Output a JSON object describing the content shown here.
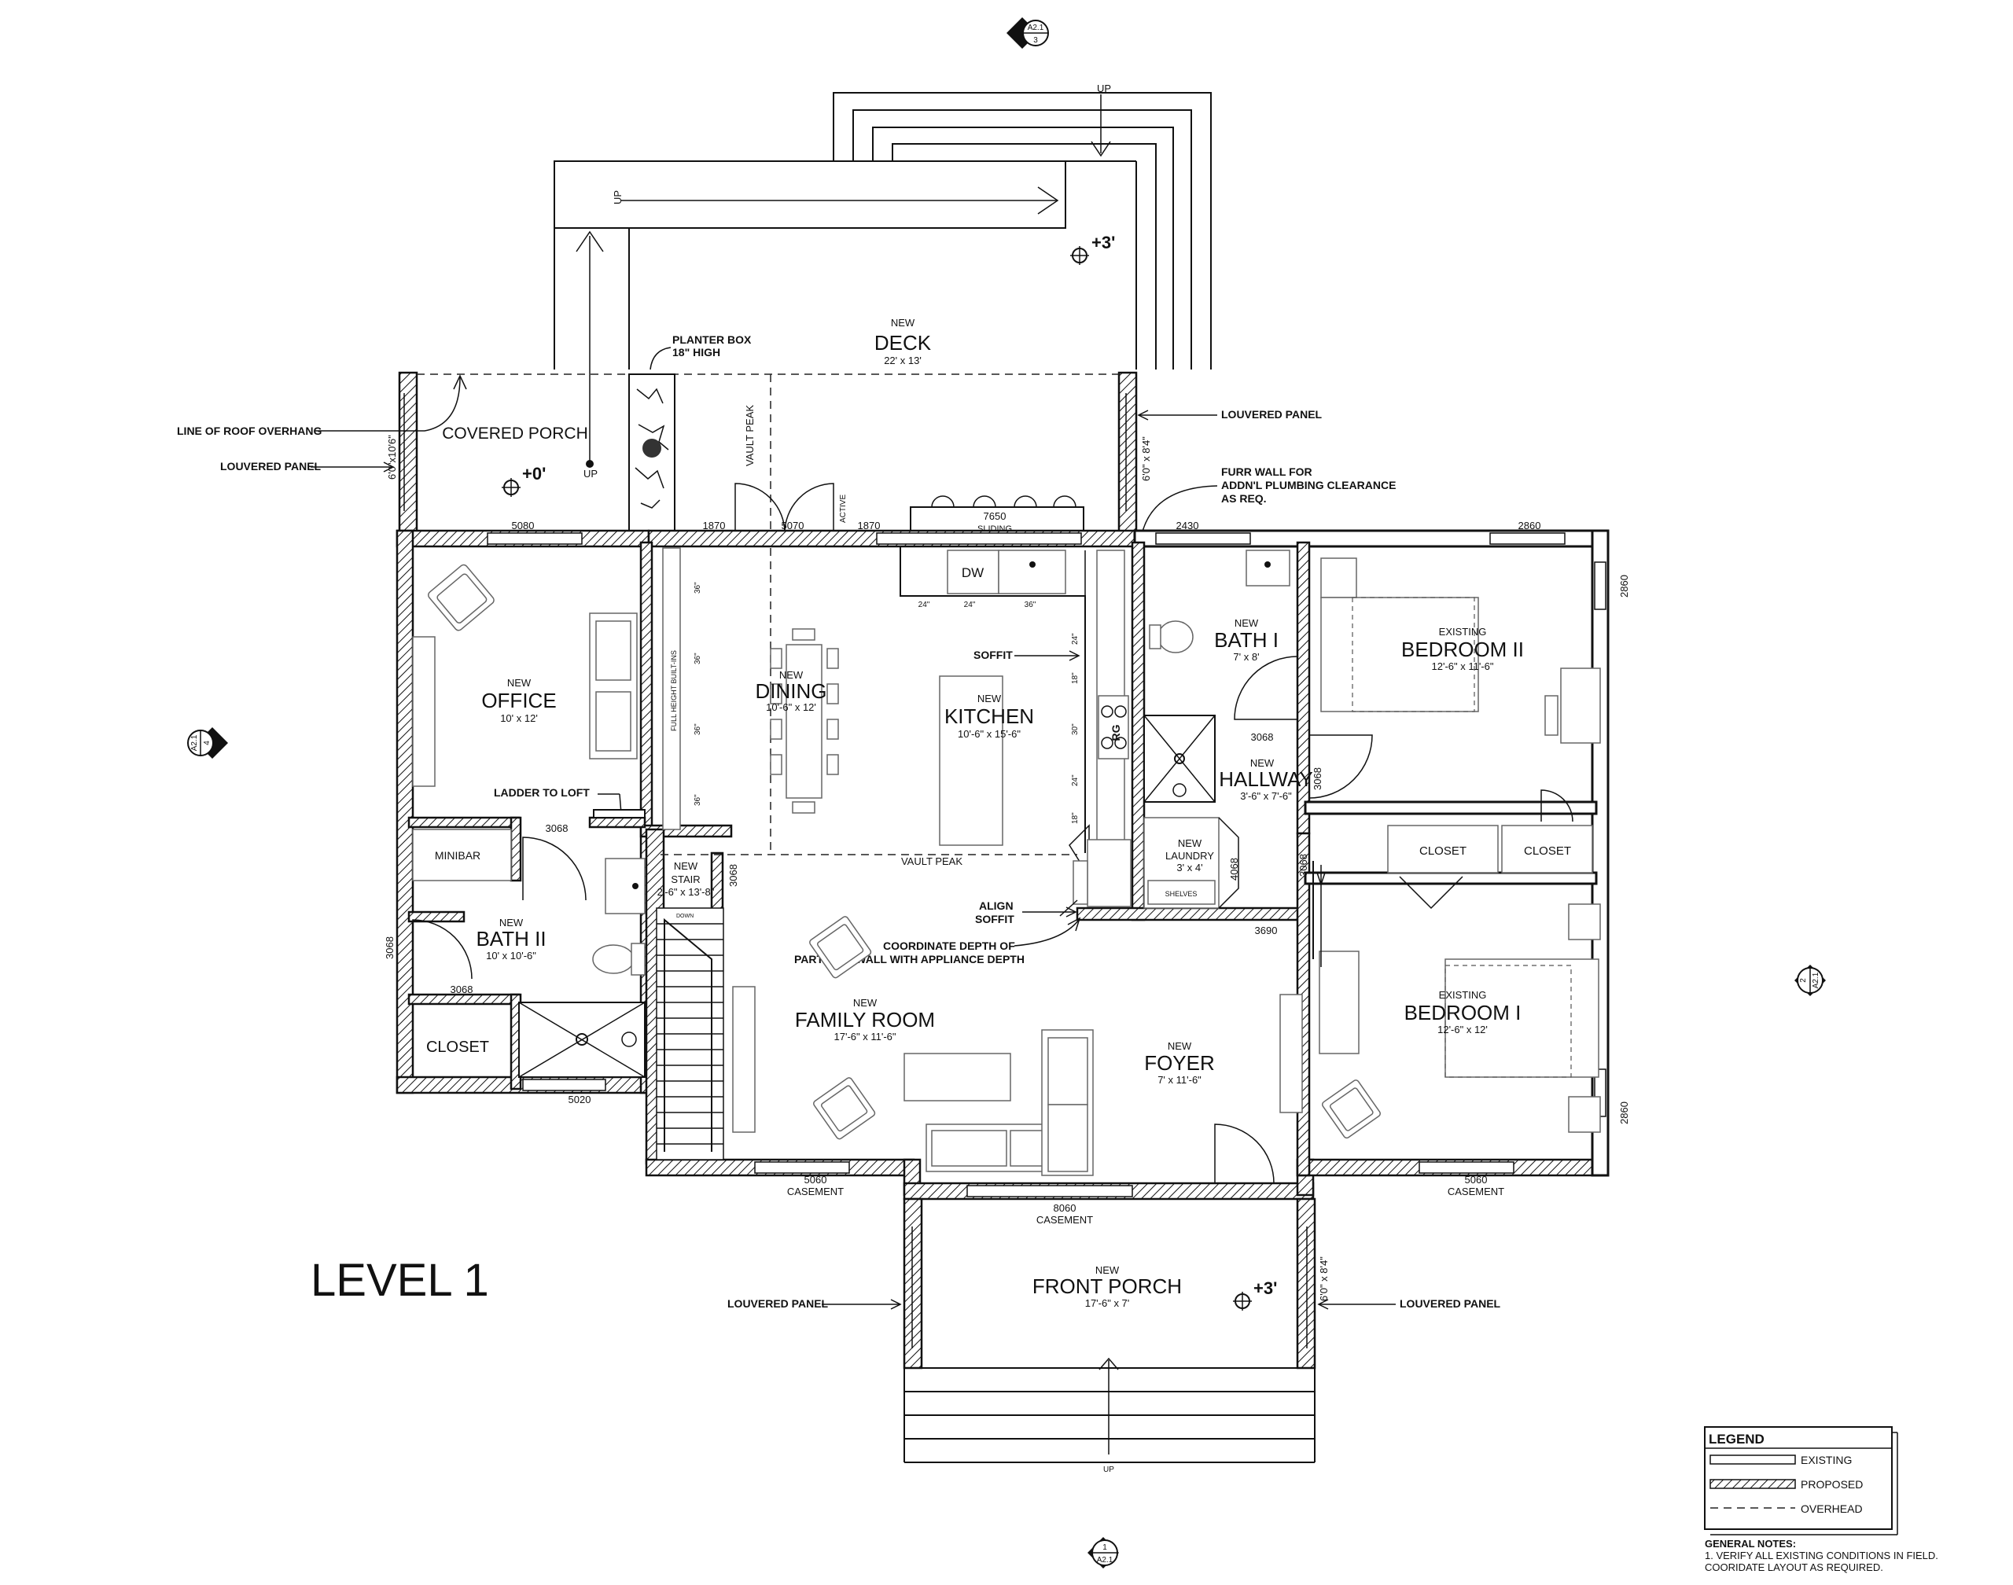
{
  "drawing": {
    "level_title": "LEVEL 1",
    "section_markers": {
      "top": {
        "sheet": "A2.1",
        "number": "3"
      },
      "left": {
        "sheet": "A2.1",
        "number": "4"
      },
      "right": {
        "sheet": "A2.1",
        "number": "2"
      },
      "bottom": {
        "sheet": "A2.1",
        "number": "1"
      }
    },
    "rooms": {
      "deck": {
        "new": "NEW",
        "name": "DECK",
        "size": "22' x 13'"
      },
      "covered_porch": {
        "name": "COVERED PORCH"
      },
      "office": {
        "new": "NEW",
        "name": "OFFICE",
        "size": "10' x 12'"
      },
      "dining": {
        "new": "NEW",
        "name": "DINING",
        "size": "10'-6\" x 12'"
      },
      "kitchen": {
        "new": "NEW",
        "name": "KITCHEN",
        "size": "10'-6\" x 15'-6\""
      },
      "bath1": {
        "new": "NEW",
        "name": "BATH I",
        "size": "7' x 8'"
      },
      "bedroom2": {
        "new": "EXISTING",
        "name": "BEDROOM II",
        "size": "12'-6\" x 11'-6\""
      },
      "hallway": {
        "new": "NEW",
        "name": "HALLWAY",
        "size": "3'-6\" x 7'-6\""
      },
      "laundry": {
        "new": "NEW",
        "name": "LAUNDRY",
        "size": "3' x 4'",
        "shelves": "SHELVES"
      },
      "stair": {
        "new": "NEW",
        "name": "STAIR",
        "size": "2'-6\" x 13'-8\"",
        "down": "DOWN"
      },
      "bath2": {
        "new": "NEW",
        "name": "BATH II",
        "size": "10' x 10'-6\""
      },
      "closet_bath": {
        "name": "CLOSET"
      },
      "minibar": {
        "name": "MINIBAR"
      },
      "family": {
        "new": "NEW",
        "name": "FAMILY ROOM",
        "size": "17'-6\" x 11'-6\""
      },
      "foyer": {
        "new": "NEW",
        "name": "FOYER",
        "size": "7' x 11'-6\""
      },
      "bedroom1": {
        "new": "EXISTING",
        "name": "BEDROOM I",
        "size": "12'-6\" x 12'"
      },
      "closet_a": {
        "name": "CLOSET"
      },
      "closet_b": {
        "name": "CLOSET"
      },
      "front_porch": {
        "new": "NEW",
        "name": "FRONT PORCH",
        "size": "17'-6\" x 7'"
      }
    },
    "notes": {
      "planter_1": "PLANTER BOX",
      "planter_2": "18\" HIGH",
      "roof_overhang": "LINE OF ROOF OVERHANG",
      "louvered_porch": "LOUVERED PANEL",
      "louvered_deck": "LOUVERED PANEL",
      "furr_1": "FURR WALL FOR",
      "furr_2": "ADDN'L PLUMBING CLEARANCE",
      "furr_3": "AS REQ.",
      "soffit": "SOFFIT",
      "ladder": "LADDER TO LOFT",
      "align_1": "ALIGN",
      "align_2": "SOFFIT",
      "coord_1": "COORDINATE DEPTH OF",
      "coord_2": "PARTITION WALL WITH APPLIANCE DEPTH",
      "louvered_front_l": "LOUVERED PANEL",
      "louvered_front_r": "LOUVERED PANEL",
      "vault_peak_v": "VAULT PEAK",
      "vault_peak_h": "VAULT PEAK",
      "builtins": "FULL HEIGHT BUILT-INS",
      "active": "ACTIVE",
      "dw": "DW",
      "rg": "RG",
      "up_top": "UP",
      "up_left": "UP",
      "up_porch": "UP",
      "up_front": "UP"
    },
    "elevations": {
      "deck": "+3'",
      "porch": "+0'",
      "front": "+3'"
    },
    "dimensions": {
      "d5080": "5080",
      "d1870a": "1870",
      "d5070": "5070",
      "d1870b": "1870",
      "d7650": "7650",
      "sliding": "SLIDING",
      "d2430": "2430",
      "d2860_top": "2860",
      "d2860_r1": "2860",
      "d2860_r2": "2860",
      "wall_porch": "6'0\"x10'6\"",
      "wall_deck": "6'0\" x 8'4\"",
      "wall_front": "6'0\" x 8'4\"",
      "d3068_office": "3068",
      "d3068_stair": "3068",
      "d3068_bath2": "3068",
      "d3068_closet": "3068",
      "d3068_hall": "3068",
      "d3068_hall2": "3068",
      "d3068_foyer": "3068",
      "d4068": "4068",
      "d3690": "3690",
      "d5020": "5020",
      "d5060_l": "5060",
      "casement_l": "CASEMENT",
      "d8060": "8060",
      "casement_m": "CASEMENT",
      "d5060_r": "5060",
      "casement_r": "CASEMENT",
      "c24a": "24\"",
      "c24b": "24\"",
      "c36": "36\"",
      "k24a": "24\"",
      "k18a": "18\"",
      "k30": "30\"",
      "k24b": "24\"",
      "k18b": "18\"",
      "b36a": "36\"",
      "b36b": "36\"",
      "b36c": "36\"",
      "b36d": "36\""
    },
    "legend": {
      "title": "LEGEND",
      "existing": "EXISTING",
      "proposed": "PROPOSED",
      "overhead": "OVERHEAD"
    },
    "general_notes": {
      "title": "GENERAL NOTES:",
      "line1": "1. VERIFY ALL EXISTING CONDITIONS IN FIELD.",
      "line2": "COORIDATE LAYOUT AS REQUIRED."
    }
  }
}
